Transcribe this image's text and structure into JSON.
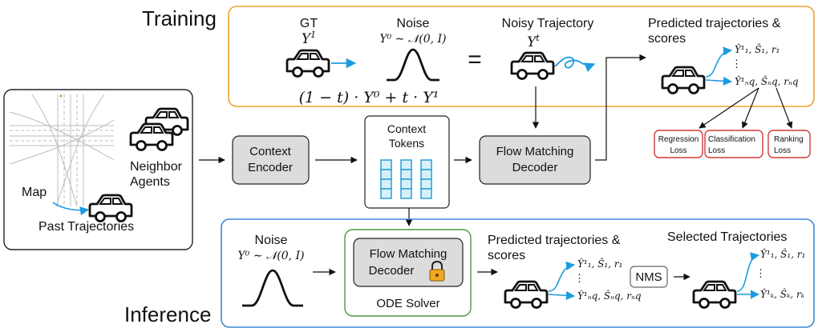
{
  "colors": {
    "training_border": "#f0a030",
    "inference_border": "#3a8ad6",
    "loss_border": "#d63a3a",
    "solver_border": "#4a9a3a",
    "block_fill": "#dcdcdc",
    "token_fill": "#d9f0fb",
    "token_border": "#1a9ad6",
    "arrow_blue": "#1e9be0",
    "lock": "#f0a820"
  },
  "sections": {
    "training": "Training",
    "inference": "Inference"
  },
  "training": {
    "gt_label": "GT",
    "gt_symbol": "Y",
    "gt_sup": "1",
    "noise_label": "Noise",
    "noise_formula": "Y⁰ ∼ 𝒩(0, I)",
    "interp_formula": "(1 − t) · Y⁰ + t · Y¹",
    "equals": "=",
    "noisy_label": "Noisy Trajectory",
    "noisy_symbol": "Y",
    "noisy_sup": "t",
    "pred_label_1": "Predicted trajectories &",
    "pred_label_2": "scores",
    "pred_row1": "Ŷ¹₁, Ŝ₁, r₁",
    "pred_dots": "⋮",
    "pred_row2": "Ŷ¹ₙq, Ŝₙq, rₙq"
  },
  "losses": [
    {
      "line1": "Regression",
      "line2": "Loss"
    },
    {
      "line1": "Classification",
      "line2": "Loss"
    },
    {
      "line1": "Ranking",
      "line2": "Loss"
    }
  ],
  "inputs": {
    "map": "Map",
    "neighbor_1": "Neighbor",
    "neighbor_2": "Agents",
    "past": "Past Trajectories"
  },
  "blocks": {
    "context_encoder_1": "Context",
    "context_encoder_2": "Encoder",
    "context_tokens_1": "Context",
    "context_tokens_2": "Tokens",
    "fm_decoder_1": "Flow Matching",
    "fm_decoder_2": "Decoder"
  },
  "inference": {
    "noise_label": "Noise",
    "noise_formula": "Y⁰ ∼ 𝒩(0, I)",
    "decoder_1": "Flow Matching",
    "decoder_2": "Decoder",
    "solver": "ODE Solver",
    "pred_label_1": "Predicted trajectories &",
    "pred_label_2": "scores",
    "pred_row1": "Ŷ¹₁, Ŝ₁, r₁",
    "pred_dots": "⋮",
    "pred_row2": "Ŷ¹ₙq, Ŝₙq, rₙq",
    "nms": "NMS",
    "selected_label": "Selected Trajectories",
    "sel_row1": "Ŷ¹₁, Ŝ₁, r₁",
    "sel_dots": "⋮",
    "sel_row2": "Ŷ¹ₖ, Ŝₖ, rₖ"
  }
}
